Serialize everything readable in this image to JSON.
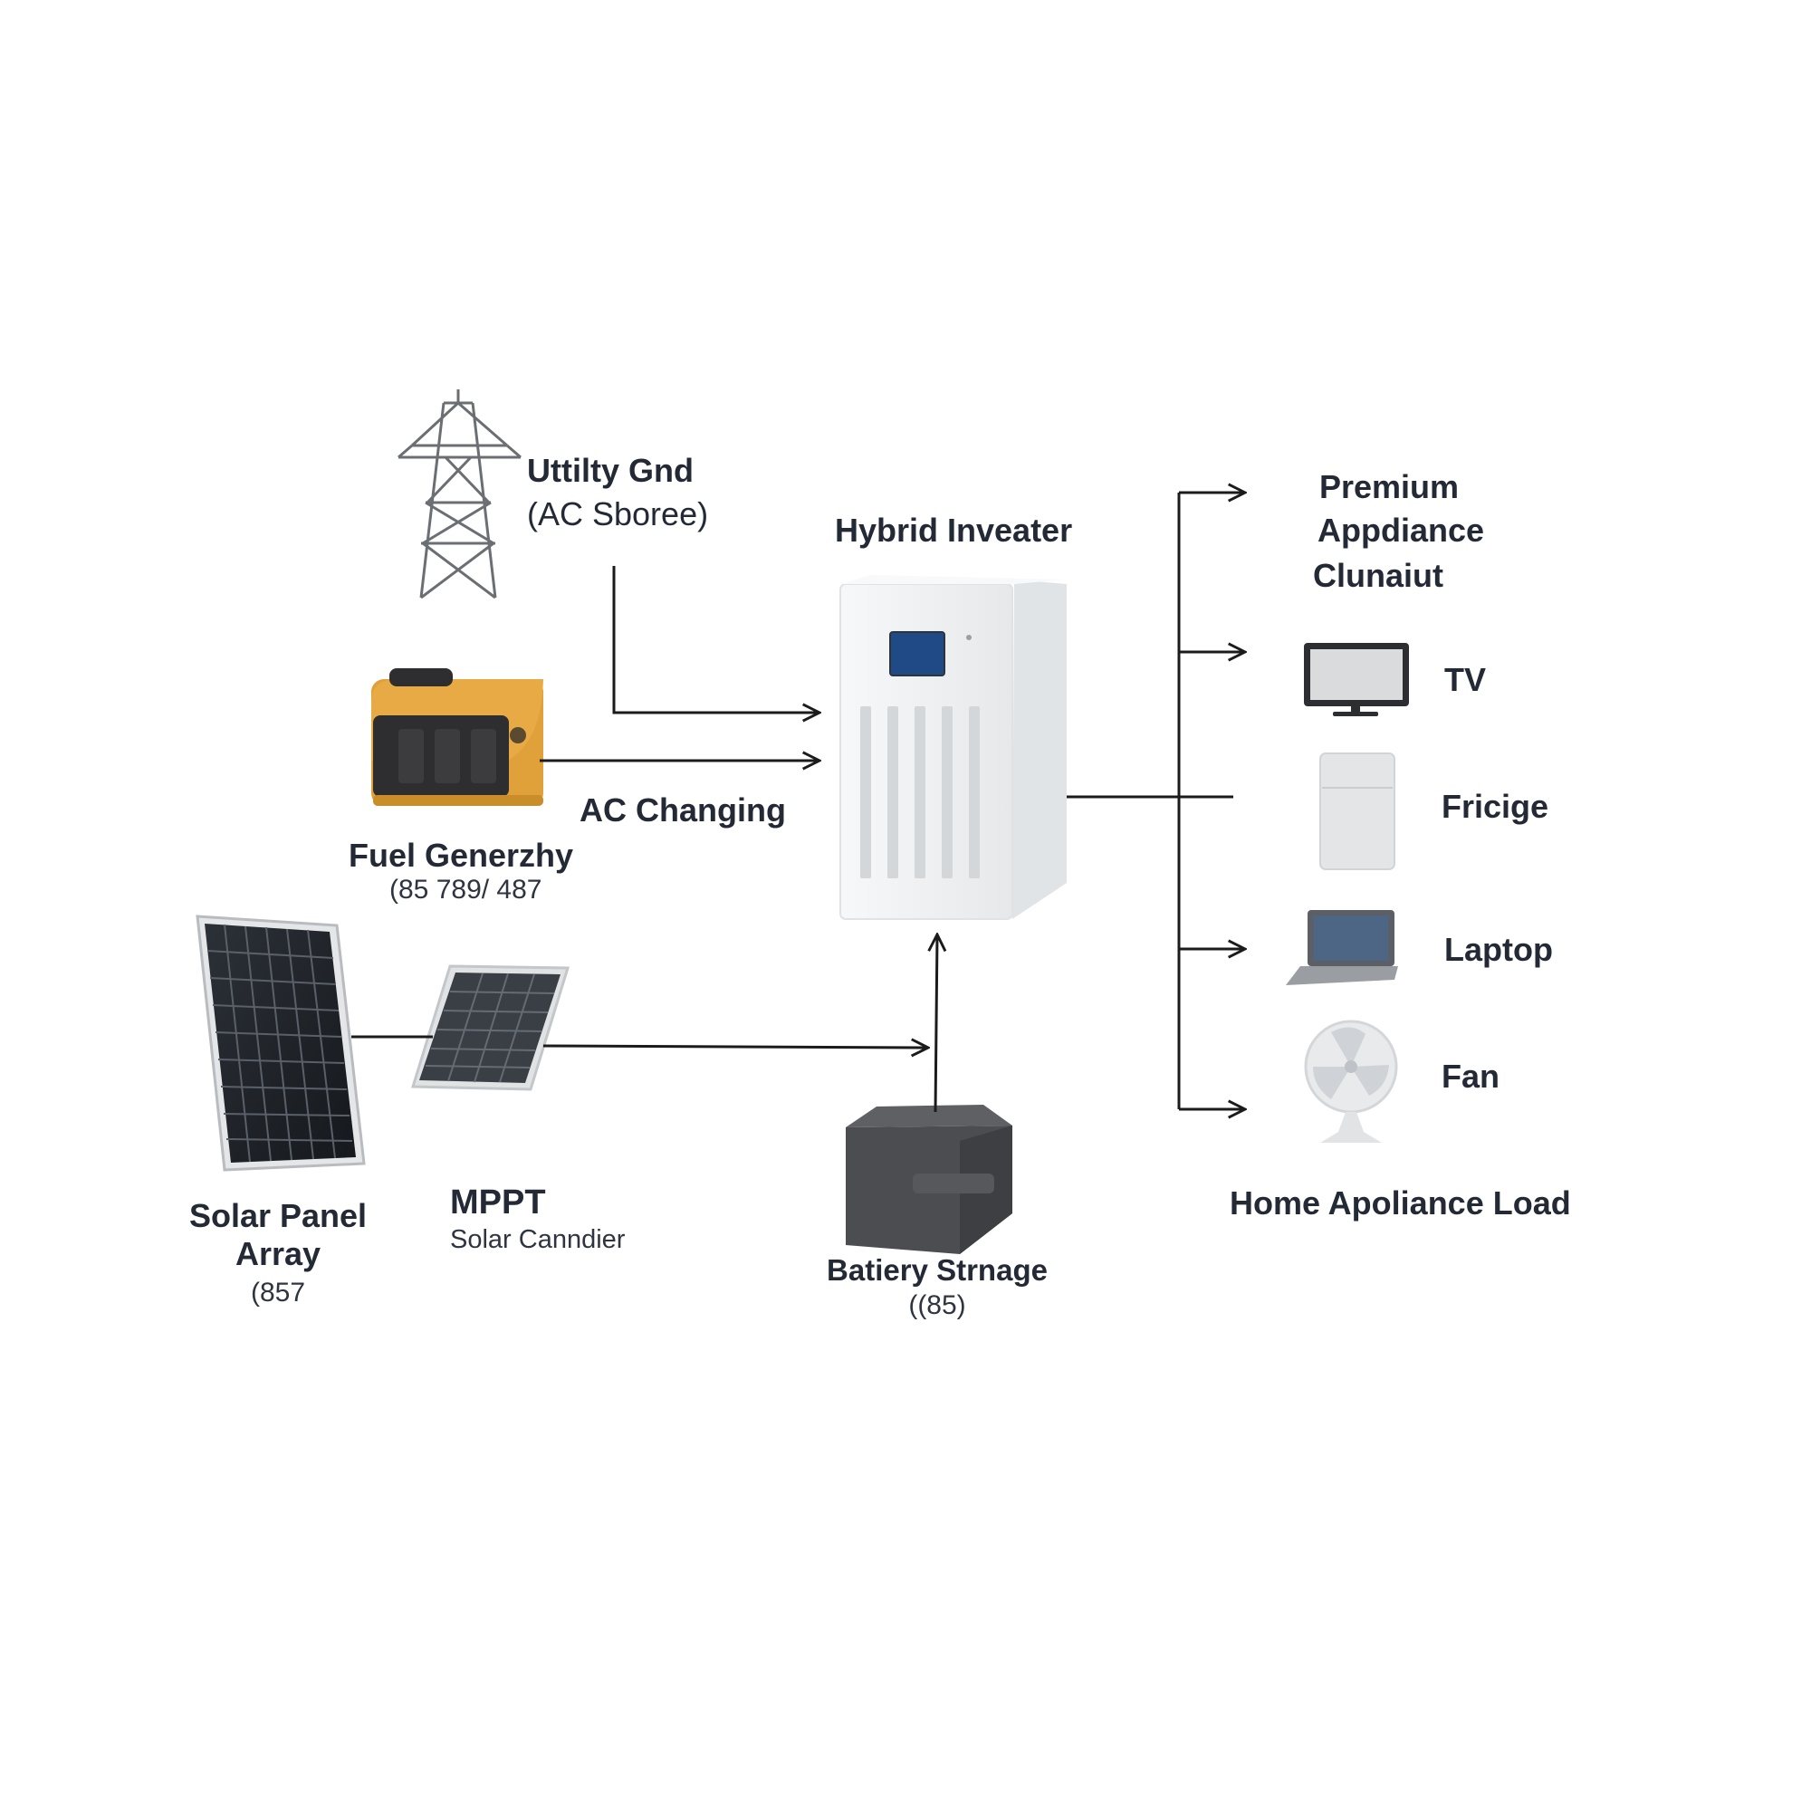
{
  "colors": {
    "background": "#ffffff",
    "line": "#1b1b1b",
    "generator_body": "#e0a13a",
    "generator_dark": "#2e2e30",
    "panel_cell": "#22262c",
    "inverter_body": "#f2f3f4",
    "inverter_screen": "#1f4a86",
    "battery_body": "#4b4d50",
    "label_text": "#232a36"
  },
  "icons": {
    "utility_grid": "transmission-tower-icon",
    "fuel_generator": "generator-icon",
    "solar_panel_array": "solar-panel-icon",
    "mppt_controller": "solar-module-icon",
    "hybrid_inverter": "inverter-cabinet-icon",
    "battery_storage": "battery-box-icon",
    "tv": "tv-icon",
    "fridge": "fridge-icon",
    "laptop": "laptop-icon",
    "fan": "fan-icon"
  },
  "labels": {
    "utility_grid": {
      "line1": "Uttilty Gnd",
      "line2": "(AC Sboree)"
    },
    "hybrid_inverter": "Hybrid Inveater",
    "fuel_generator": {
      "title": "Fuel Generzhy",
      "sub": "(85 789/ 487"
    },
    "ac_charging": "AC Changing",
    "solar_panel_array": {
      "line1": "Solar Panel",
      "line2": "Array",
      "sub": "(857"
    },
    "mppt": {
      "title": "MPPT",
      "sub": "Solar Canndier"
    },
    "battery_storage": {
      "title": "Batiery Strnage",
      "sub": "((85)"
    },
    "premium_appliance": {
      "line1": "Premium",
      "line2": "Appdiance",
      "line3": "Clunaiut"
    },
    "tv": "TV",
    "fridge": "Fricige",
    "laptop": "Laptop",
    "fan": "Fan",
    "home_load": "Home Apoliance Load"
  }
}
